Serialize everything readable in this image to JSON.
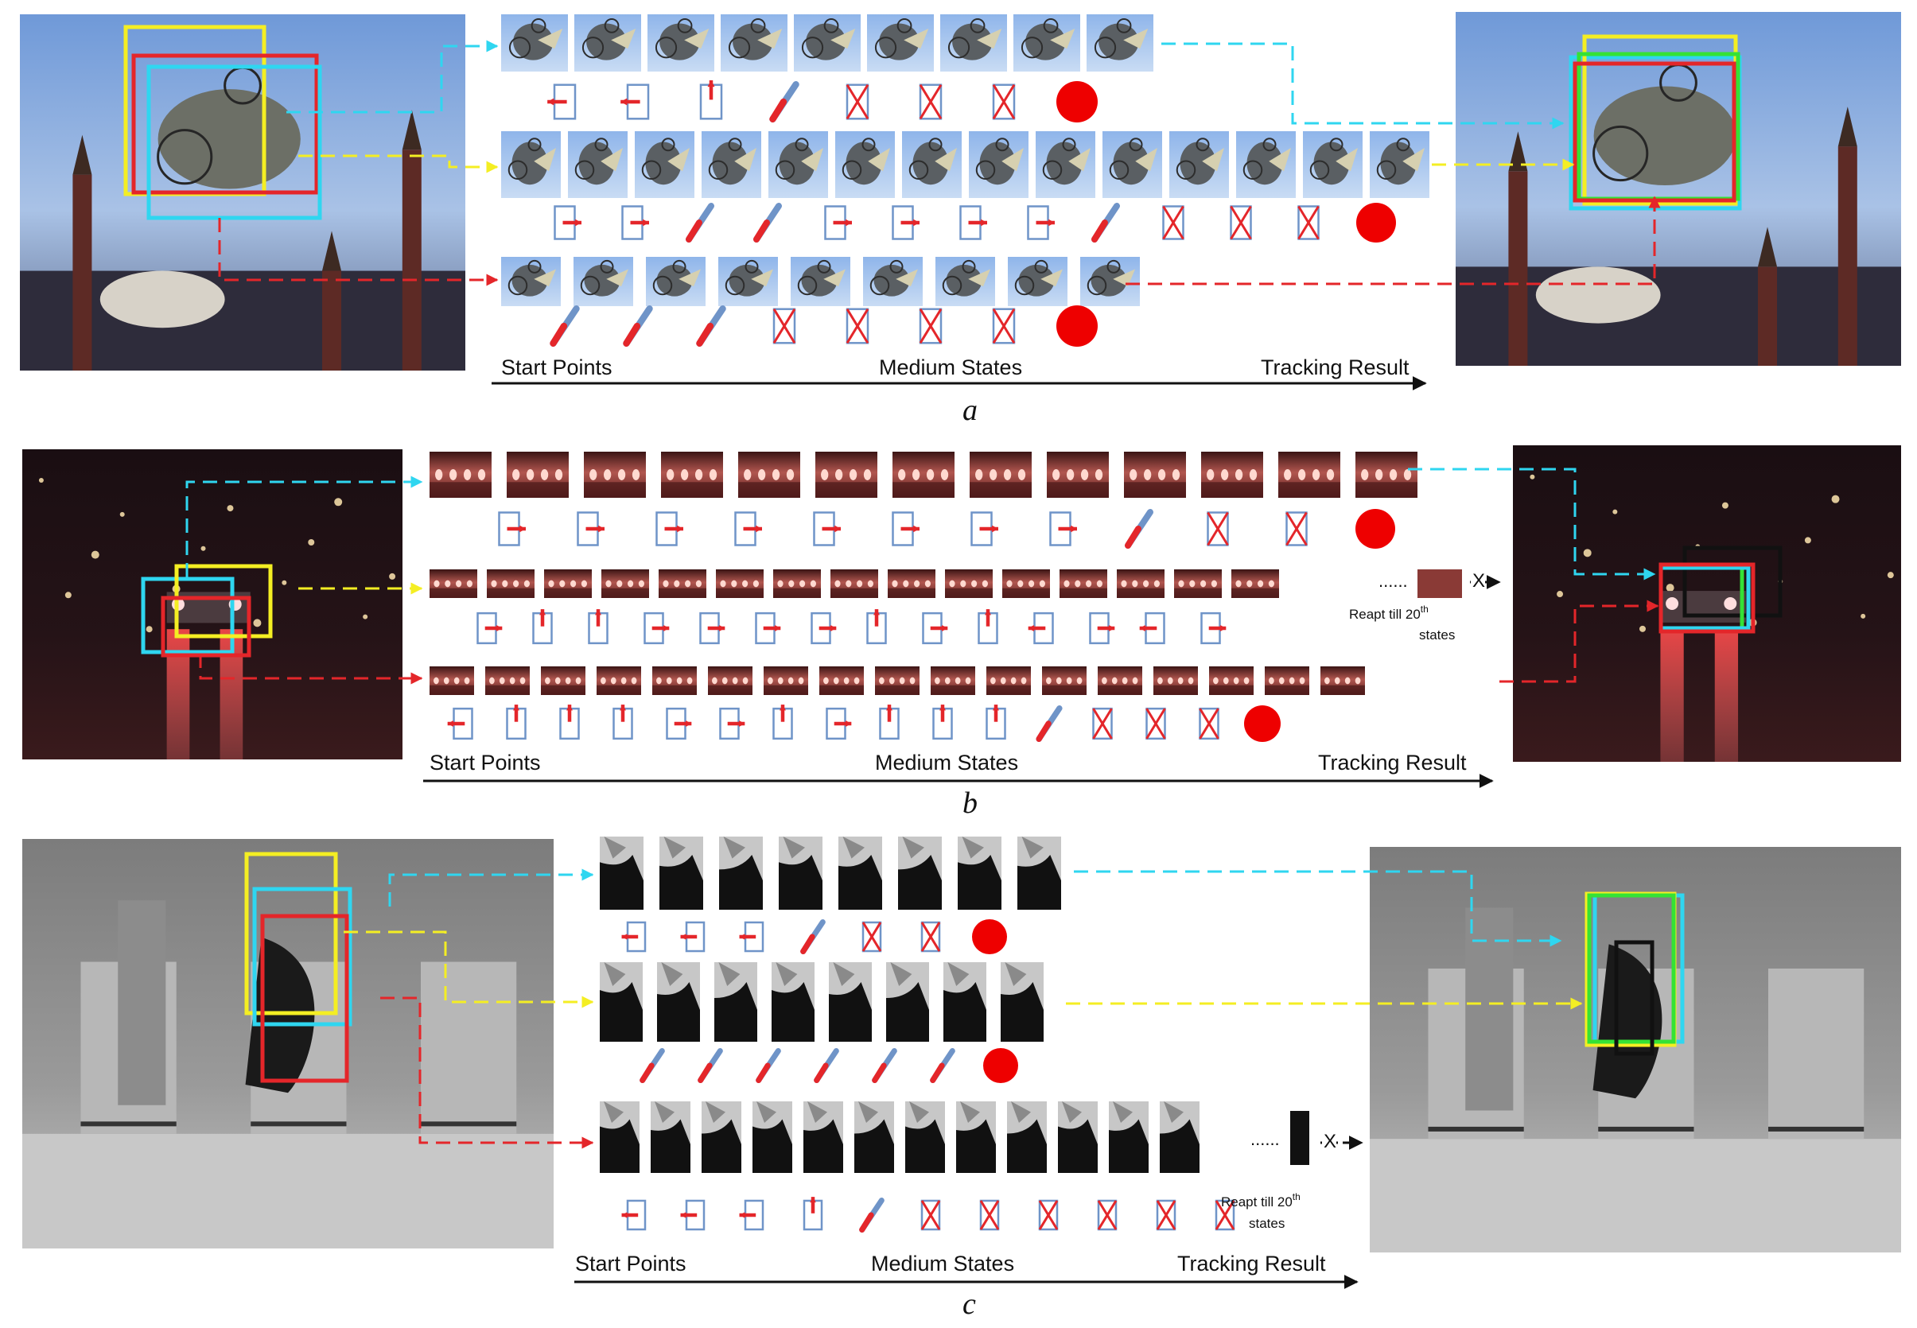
{
  "colors": {
    "cyan": "#2fd6f0",
    "yellow": "#f4ee23",
    "red": "#e4262a",
    "green": "#35e235",
    "black": "#111111",
    "state_box": "#6f94c8",
    "stop_circle": "#ee0000"
  },
  "panels": [
    {
      "letter": "a",
      "axis": {
        "start": "Start Points",
        "medium": "Medium States",
        "end": "Tracking Result"
      },
      "scene": "sky-night",
      "rows": [
        {
          "color": "cyan",
          "states": [
            "L",
            "L",
            "U",
            "D",
            "X",
            "X",
            "X",
            "O"
          ]
        },
        {
          "color": "yellow",
          "states": [
            "R",
            "R",
            "D",
            "D",
            "R",
            "R",
            "R",
            "R",
            "D",
            "X",
            "X",
            "X",
            "O"
          ]
        },
        {
          "color": "red",
          "states": [
            "D",
            "D",
            "D",
            "X",
            "X",
            "X",
            "X",
            "O"
          ]
        }
      ],
      "notes": []
    },
    {
      "letter": "b",
      "axis": {
        "start": "Start Points",
        "medium": "Medium States",
        "end": "Tracking Result"
      },
      "scene": "night-road",
      "rows": [
        {
          "color": "cyan",
          "states": [
            "R",
            "R",
            "R",
            "R",
            "R",
            "R",
            "R",
            "R",
            "D",
            "X",
            "X",
            "O"
          ]
        },
        {
          "color": "yellow",
          "states": [
            "R",
            "U",
            "U",
            "R",
            "R",
            "R",
            "R",
            "U",
            "R",
            "U",
            "L",
            "R",
            "L",
            "R"
          ],
          "ellipsis": "......",
          "fail_mark": "X"
        },
        {
          "color": "red",
          "states": [
            "L",
            "U",
            "U",
            "U",
            "R",
            "R",
            "U",
            "R",
            "U",
            "U",
            "U",
            "D",
            "X",
            "X",
            "X",
            "O"
          ]
        }
      ],
      "notes": [
        {
          "text_line1": "Reapt till 20",
          "text_sup": "th",
          "text_line2": "states"
        }
      ]
    },
    {
      "letter": "c",
      "axis": {
        "start": "Start Points",
        "medium": "Medium States",
        "end": "Tracking Result"
      },
      "scene": "gray-room",
      "rows": [
        {
          "color": "cyan",
          "states": [
            "L",
            "L",
            "L",
            "D",
            "X",
            "X",
            "O"
          ]
        },
        {
          "color": "yellow",
          "states": [
            "D",
            "D",
            "D",
            "D",
            "D",
            "D",
            "O"
          ]
        },
        {
          "color": "red",
          "states": [
            "L",
            "L",
            "L",
            "U",
            "D",
            "X",
            "X",
            "X",
            "X",
            "X",
            "X"
          ],
          "ellipsis": "......",
          "fail_mark": "X"
        }
      ],
      "notes": [
        {
          "text_line1": "Reapt till 20",
          "text_sup": "th",
          "text_line2": "states"
        }
      ]
    }
  ]
}
